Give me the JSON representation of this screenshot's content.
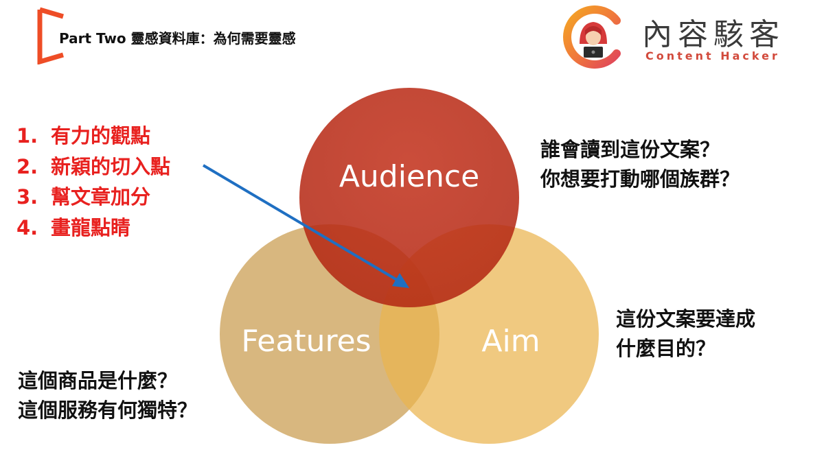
{
  "header": {
    "title": "Part Two 靈感資料庫：為何需要靈感"
  },
  "brand": {
    "name_zh": "內容駭客",
    "name_en": "Content Hacker"
  },
  "points": [
    {
      "num": "1.",
      "text": "有力的觀點"
    },
    {
      "num": "2.",
      "text": "新穎的切入點"
    },
    {
      "num": "3.",
      "text": "幫文章加分"
    },
    {
      "num": "4.",
      "text": "畫龍點睛"
    }
  ],
  "venn": {
    "audience": "Audience",
    "features": "Features",
    "aim": "Aim"
  },
  "questions": {
    "audience": [
      "誰會讀到這份文案？",
      "你想要打動哪個族群？"
    ],
    "aim": [
      "這份文案要達成",
      "什麼目的？"
    ],
    "features": [
      "這個商品是什麼？",
      "這個服務有何獨特？"
    ]
  },
  "colors": {
    "accent_red": "#e8211f",
    "bracket_orange": "#ee4d26",
    "audience_circle": "#b92a14",
    "features_circle": "#c99b4e",
    "aim_circle": "#eab44f",
    "arrow_blue": "#1f6fc2"
  }
}
